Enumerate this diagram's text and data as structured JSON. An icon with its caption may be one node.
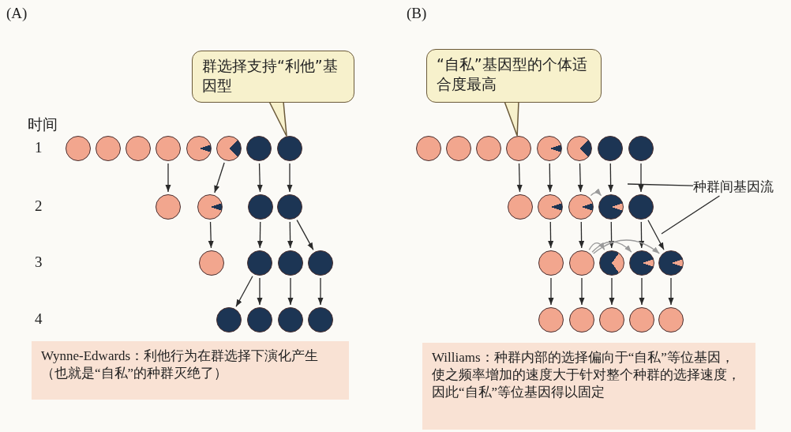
{
  "diagram": {
    "nodes": [
      {
        "text": [
          "群选择支持“利他”基因型"
        ]
      },
      {
        "text": [],
        "shape": "circle"
      },
      {
        "text": [],
        "shape": "circle"
      },
      {
        "text": [],
        "shape": "circle"
      },
      {
        "text": [],
        "shape": "circle"
      },
      {
        "text": [],
        "shape": "circle"
      },
      {
        "text": [],
        "shape": "circle"
      },
      {
        "text": [],
        "shape": "circle"
      },
      {
        "text": [],
        "shape": "circle"
      },
      {
        "text": [],
        "shape": "circle"
      },
      {
        "text": [],
        "shape": "circle"
      },
      {
        "text": [],
        "shape": "circle"
      },
      {
        "text": [],
        "shape": "circle"
      },
      {
        "text": [],
        "shape": "circle"
      },
      {
        "text": [],
        "shape": "circle"
      },
      {
        "text": [],
        "shape": "circle"
      },
      {
        "text": [],
        "shape": "circle"
      },
      {
        "text": [],
        "shape": "circle"
      },
      {
        "text": [],
        "shape": "circle"
      },
      {
        "text": [],
        "shape": "circle"
      },
      {
        "text": [],
        "shape": "circle"
      },
      {
        "text": [
          "Wynne-Edwards：利他行为在群选择下演化产生（也就是“自私”的种群灭绝了）"
        ]
      },
      {
        "text": [
          "“自私”基因型的个体适合度最高"
        ]
      },
      {
        "text": [],
        "shape": "circle"
      },
      {
        "text": [],
        "shape": "circle"
      },
      {
        "text": [],
        "shape": "circle"
      },
      {
        "text": [],
        "shape": "circle"
      },
      {
        "text": [],
        "shape": "circle"
      },
      {
        "text": [],
        "shape": "circle"
      },
      {
        "text": [],
        "shape": "circle"
      },
      {
        "text": [],
        "shape": "circle"
      },
      {
        "text": [],
        "shape": "circle"
      },
      {
        "text": [],
        "shape": "circle"
      },
      {
        "text": [],
        "shape": "circle"
      },
      {
        "text": [],
        "shape": "circle"
      },
      {
        "text": [],
        "shape": "circle"
      },
      {
        "text": [],
        "shape": "circle"
      },
      {
        "text": [],
        "shape": "circle"
      },
      {
        "text": [],
        "shape": "circle"
      },
      {
        "text": [],
        "shape": "circle"
      },
      {
        "text": [],
        "shape": "circle"
      },
      {
        "text": [],
        "shape": "circle"
      },
      {
        "text": [],
        "shape": "circle"
      },
      {
        "text": [],
        "shape": "circle"
      },
      {
        "text": [],
        "shape": "circle"
      },
      {
        "text": [],
        "shape": "circle"
      },
      {
        "text": [
          "种群间基因流"
        ]
      },
      {
        "text": [
          "Williams：种群内部的选择偏向于“自私”等位基因，使之频率增加的速度大于针对整个种群的选择速度，因此“自私”等位基因得以固定"
        ]
      }
    ],
    "edges": [
      {
        "from": 0,
        "to": 8,
        "arrow": "none"
      },
      {
        "from": 4,
        "to": 9,
        "arrow": "to"
      },
      {
        "from": 6,
        "to": 10,
        "arrow": "to"
      },
      {
        "from": 7,
        "to": 11,
        "arrow": "to"
      },
      {
        "from": 8,
        "to": 12,
        "arrow": "to"
      },
      {
        "from": 10,
        "to": 13,
        "arrow": "to"
      },
      {
        "from": 11,
        "to": 14,
        "arrow": "to"
      },
      {
        "from": 12,
        "to": 15,
        "arrow": "to"
      },
      {
        "from": 12,
        "to": 16,
        "arrow": "to"
      },
      {
        "from": 14,
        "to": 17,
        "arrow": "to"
      },
      {
        "from": 14,
        "to": 18,
        "arrow": "to"
      },
      {
        "from": 15,
        "to": 19,
        "arrow": "to"
      },
      {
        "from": 16,
        "to": 20,
        "arrow": "to"
      },
      {
        "from": 22,
        "to": 26,
        "arrow": "none"
      },
      {
        "from": 26,
        "to": 31,
        "arrow": "to"
      },
      {
        "from": 27,
        "to": 32,
        "arrow": "to"
      },
      {
        "from": 28,
        "to": 33,
        "arrow": "to"
      },
      {
        "from": 29,
        "to": 34,
        "arrow": "to"
      },
      {
        "from": 30,
        "to": 35,
        "arrow": "to"
      },
      {
        "from": 32,
        "to": 36,
        "arrow": "to"
      },
      {
        "from": 33,
        "to": 37,
        "arrow": "to"
      },
      {
        "from": 34,
        "to": 38,
        "arrow": "to"
      },
      {
        "from": 35,
        "to": 39,
        "arrow": "to"
      },
      {
        "from": 35,
        "to": 40,
        "arrow": "to"
      },
      {
        "from": 36,
        "to": 41,
        "arrow": "to"
      },
      {
        "from": 37,
        "to": 42,
        "arrow": "to"
      },
      {
        "from": 38,
        "to": 43,
        "arrow": "to"
      },
      {
        "from": 39,
        "to": 44,
        "arrow": "to"
      },
      {
        "from": 40,
        "to": 45,
        "arrow": "to"
      },
      {
        "from": 33,
        "to": 34,
        "arrow": "to",
        "color": "#9a9a9a"
      },
      {
        "from": 37,
        "to": 38,
        "arrow": "to",
        "color": "#9a9a9a"
      },
      {
        "from": 37,
        "to": 39,
        "arrow": "to",
        "color": "#9a9a9a"
      },
      {
        "from": 37,
        "to": 40,
        "arrow": "to",
        "color": "#9a9a9a"
      },
      {
        "from": 46,
        "to": null,
        "arrow": "none"
      },
      {
        "from": 46,
        "to": null,
        "arrow": "none"
      }
    ],
    "labels": [
      "(A)",
      "时间",
      "1",
      "2",
      "3",
      "4",
      "(B)"
    ]
  }
}
